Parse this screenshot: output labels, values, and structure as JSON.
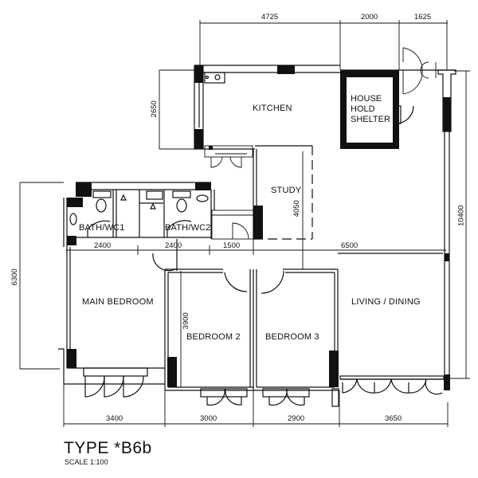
{
  "plan": {
    "type_label": "TYPE *B6b",
    "scale_label": "SCALE 1:100",
    "colors": {
      "line": "#111111",
      "background": "#ffffff"
    }
  },
  "rooms": {
    "kitchen": "KITCHEN",
    "shelter": "HOUSE\nHOLD\nSHELTER",
    "study": "STUDY",
    "bath1": "BATH/WC1",
    "bath2": "BATH/WC2",
    "main_bedroom": "MAIN BEDROOM",
    "bedroom2": "BEDROOM 2",
    "bedroom3": "BEDROOM 3",
    "living": "LIVING / DINING"
  },
  "dimensions": {
    "top": [
      "4725",
      "2000",
      "1625"
    ],
    "mid_row": [
      "2400",
      "2400",
      "1500",
      "6500"
    ],
    "bottom": [
      "3400",
      "3000",
      "2900",
      "3650"
    ],
    "kitchen_height": "2650",
    "study_height": "4050",
    "left_height": "6300",
    "bedroom2_height": "3900",
    "right_height": "10400"
  }
}
